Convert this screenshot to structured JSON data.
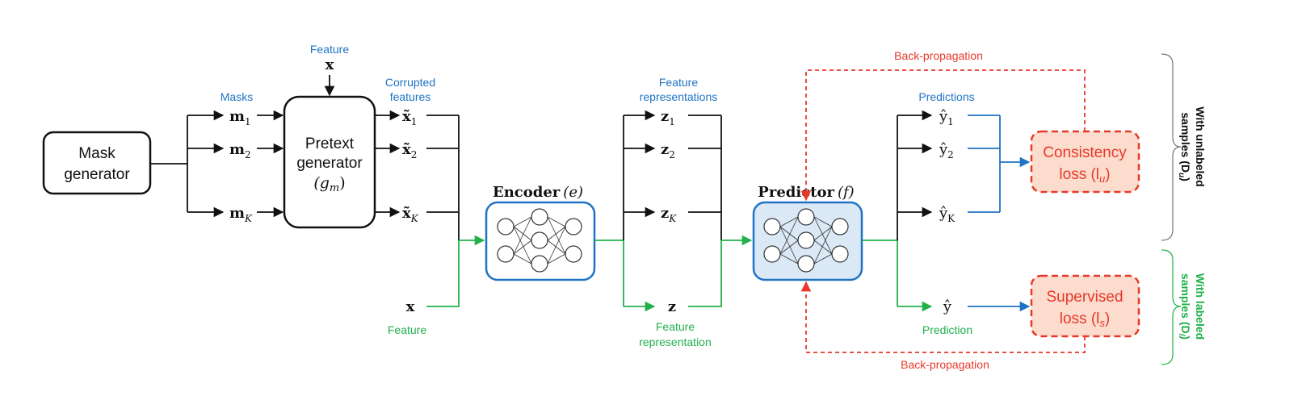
{
  "colors": {
    "blue": "#1f73c4",
    "green": "#21b04b",
    "red": "#e8382a",
    "encoder_box": "#1f73c4",
    "predictor_fill": "#dbe8f6",
    "loss_fill": "#fbdccd"
  },
  "mask_generator": {
    "line1": "Mask",
    "line2": "generator"
  },
  "pretext_generator": {
    "line1": "Pretext",
    "line2": "generator",
    "line3": "(g",
    "sub": "m",
    "close": ")"
  },
  "feature_top": {
    "label": "Feature",
    "symbol": "x"
  },
  "masks_label": "Masks",
  "masks": [
    {
      "base": "m",
      "sub": "1"
    },
    {
      "base": "m",
      "sub": "2"
    },
    {
      "base": "m",
      "sub": "K"
    }
  ],
  "corrupted_label": {
    "line1": "Corrupted",
    "line2": "features"
  },
  "corrupted": [
    {
      "base": "x̃",
      "sub": "1"
    },
    {
      "base": "x̃",
      "sub": "2"
    },
    {
      "base": "x̃",
      "sub": "K"
    }
  ],
  "feature_bottom": {
    "symbol": "x",
    "label": "Feature"
  },
  "encoder": {
    "title": "Encoder",
    "arg": "(e)"
  },
  "representations_label": {
    "line1": "Feature",
    "line2": "representations"
  },
  "representations": [
    {
      "base": "z",
      "sub": "1"
    },
    {
      "base": "z",
      "sub": "2"
    },
    {
      "base": "z",
      "sub": "K"
    }
  ],
  "representation_bottom": {
    "symbol": "z",
    "line1": "Feature",
    "line2": "representation"
  },
  "predictor": {
    "title": "Predictor",
    "arg": "(f)"
  },
  "predictions_label": "Predictions",
  "predictions": [
    {
      "base": "ŷ",
      "sub": "1"
    },
    {
      "base": "ŷ",
      "sub": "2"
    },
    {
      "base": "ŷ",
      "sub": "K"
    }
  ],
  "prediction_bottom": {
    "symbol": "ŷ",
    "label": "Prediction"
  },
  "consistency_loss": {
    "line1": "Consistency",
    "line2": "loss (l",
    "sub": "u",
    "close": ")"
  },
  "supervised_loss": {
    "line1": "Supervised",
    "line2": "loss (l",
    "sub": "s",
    "close": ")"
  },
  "backprop_top": "Back-propagation",
  "backprop_bottom": "Back-propagation",
  "brace_unlabeled": {
    "line1": "With unlabeled",
    "line2": "samples (D",
    "sub": "u",
    "close": ")"
  },
  "brace_labeled": {
    "line1": "With labeled",
    "line2": "samples (D",
    "sub": "l",
    "close": ")"
  }
}
